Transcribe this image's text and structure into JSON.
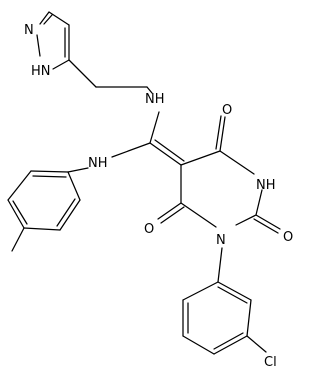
{
  "labels": {
    "imidazole_n": "N",
    "imidazole_nh": "HN",
    "amine_nh_top": "NH",
    "amine_nh_left": "NH",
    "carbonyl_o_top": "O",
    "imide_nh": "NH",
    "carbonyl_o_right": "O",
    "carbonyl_o_left": "O",
    "ring_n": "N",
    "chloro": "Cl"
  }
}
